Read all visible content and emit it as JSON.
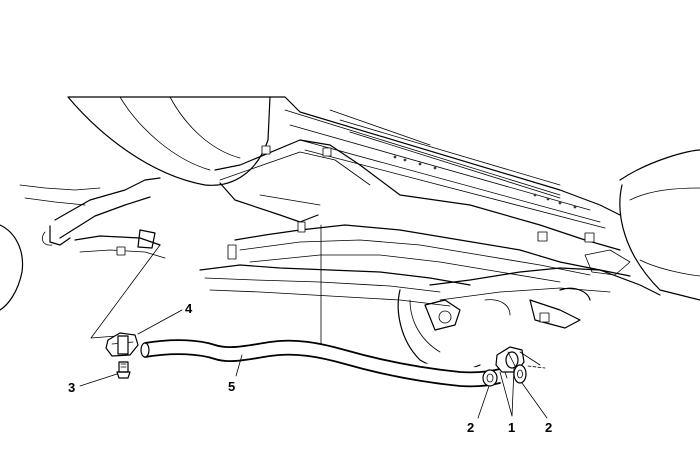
{
  "diagram": {
    "callouts": [
      {
        "id": "c1",
        "label": "1"
      },
      {
        "id": "c2a",
        "label": "2"
      },
      {
        "id": "c2b",
        "label": "2"
      },
      {
        "id": "c3",
        "label": "3"
      },
      {
        "id": "c4",
        "label": "4"
      },
      {
        "id": "c5",
        "label": "5"
      }
    ]
  }
}
